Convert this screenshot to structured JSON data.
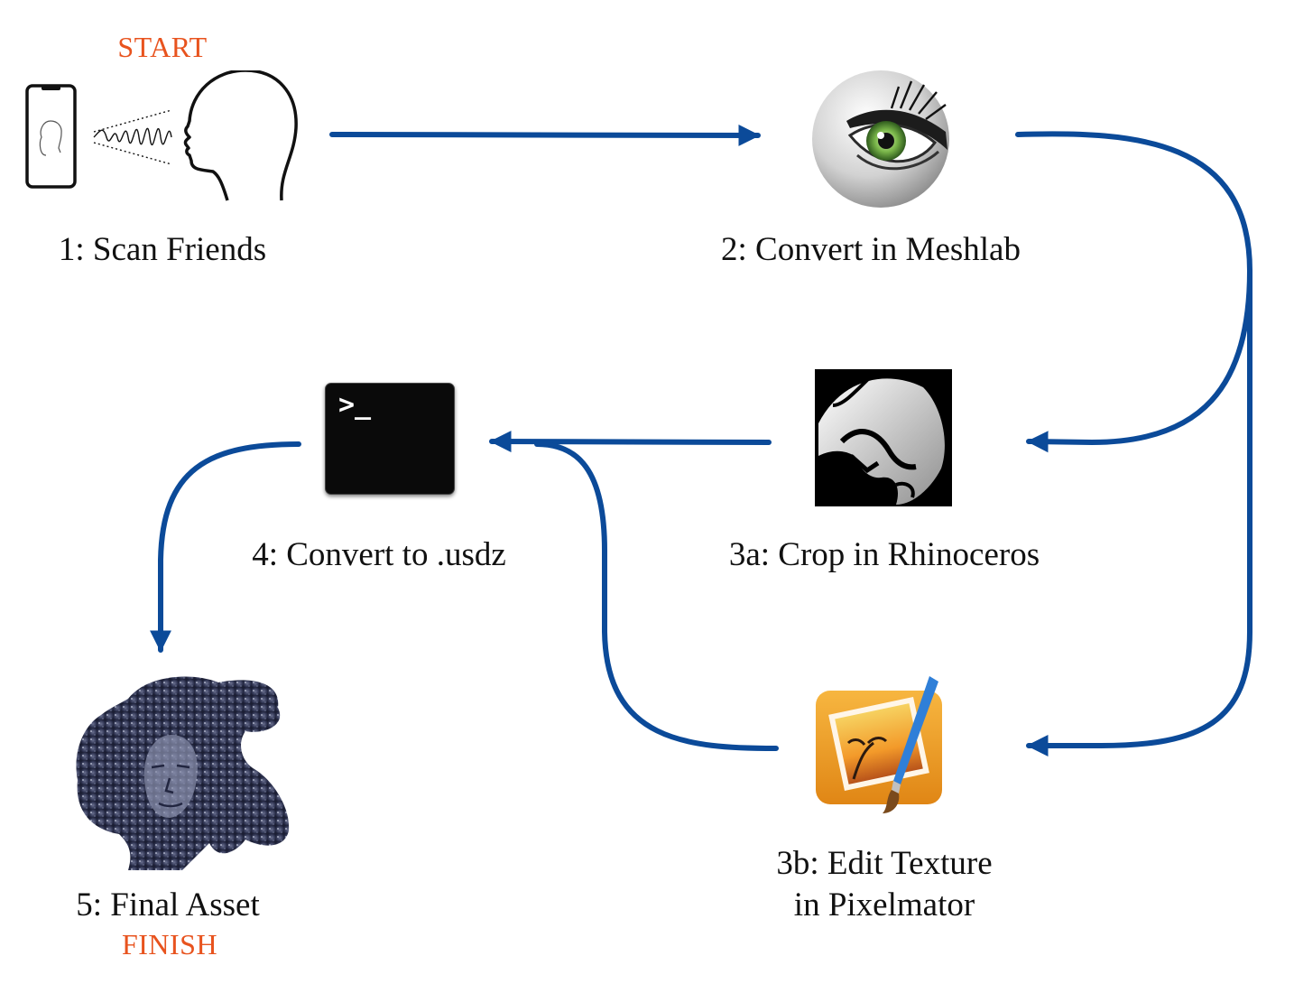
{
  "colors": {
    "arrow": "#0b4a99",
    "accent": "#e8531e",
    "text": "#111111"
  },
  "steps": {
    "scan": {
      "label": "1: Scan Friends",
      "tag": "START",
      "icon": "phone-face-scan-icon"
    },
    "meshlab": {
      "label": "2: Convert in Meshlab",
      "icon": "meshlab-eye-icon"
    },
    "rhino": {
      "label": "3a: Crop in Rhinoceros",
      "icon": "rhinoceros-icon"
    },
    "pixelmator": {
      "line1": "3b: Edit Texture",
      "line2": "in Pixelmator",
      "icon": "pixelmator-icon"
    },
    "terminal": {
      "label": "4: Convert to .usdz",
      "prompt": ">_",
      "icon": "terminal-icon"
    },
    "final": {
      "label": "5: Final Asset",
      "tag": "FINISH",
      "icon": "final-head-asset-icon"
    }
  }
}
